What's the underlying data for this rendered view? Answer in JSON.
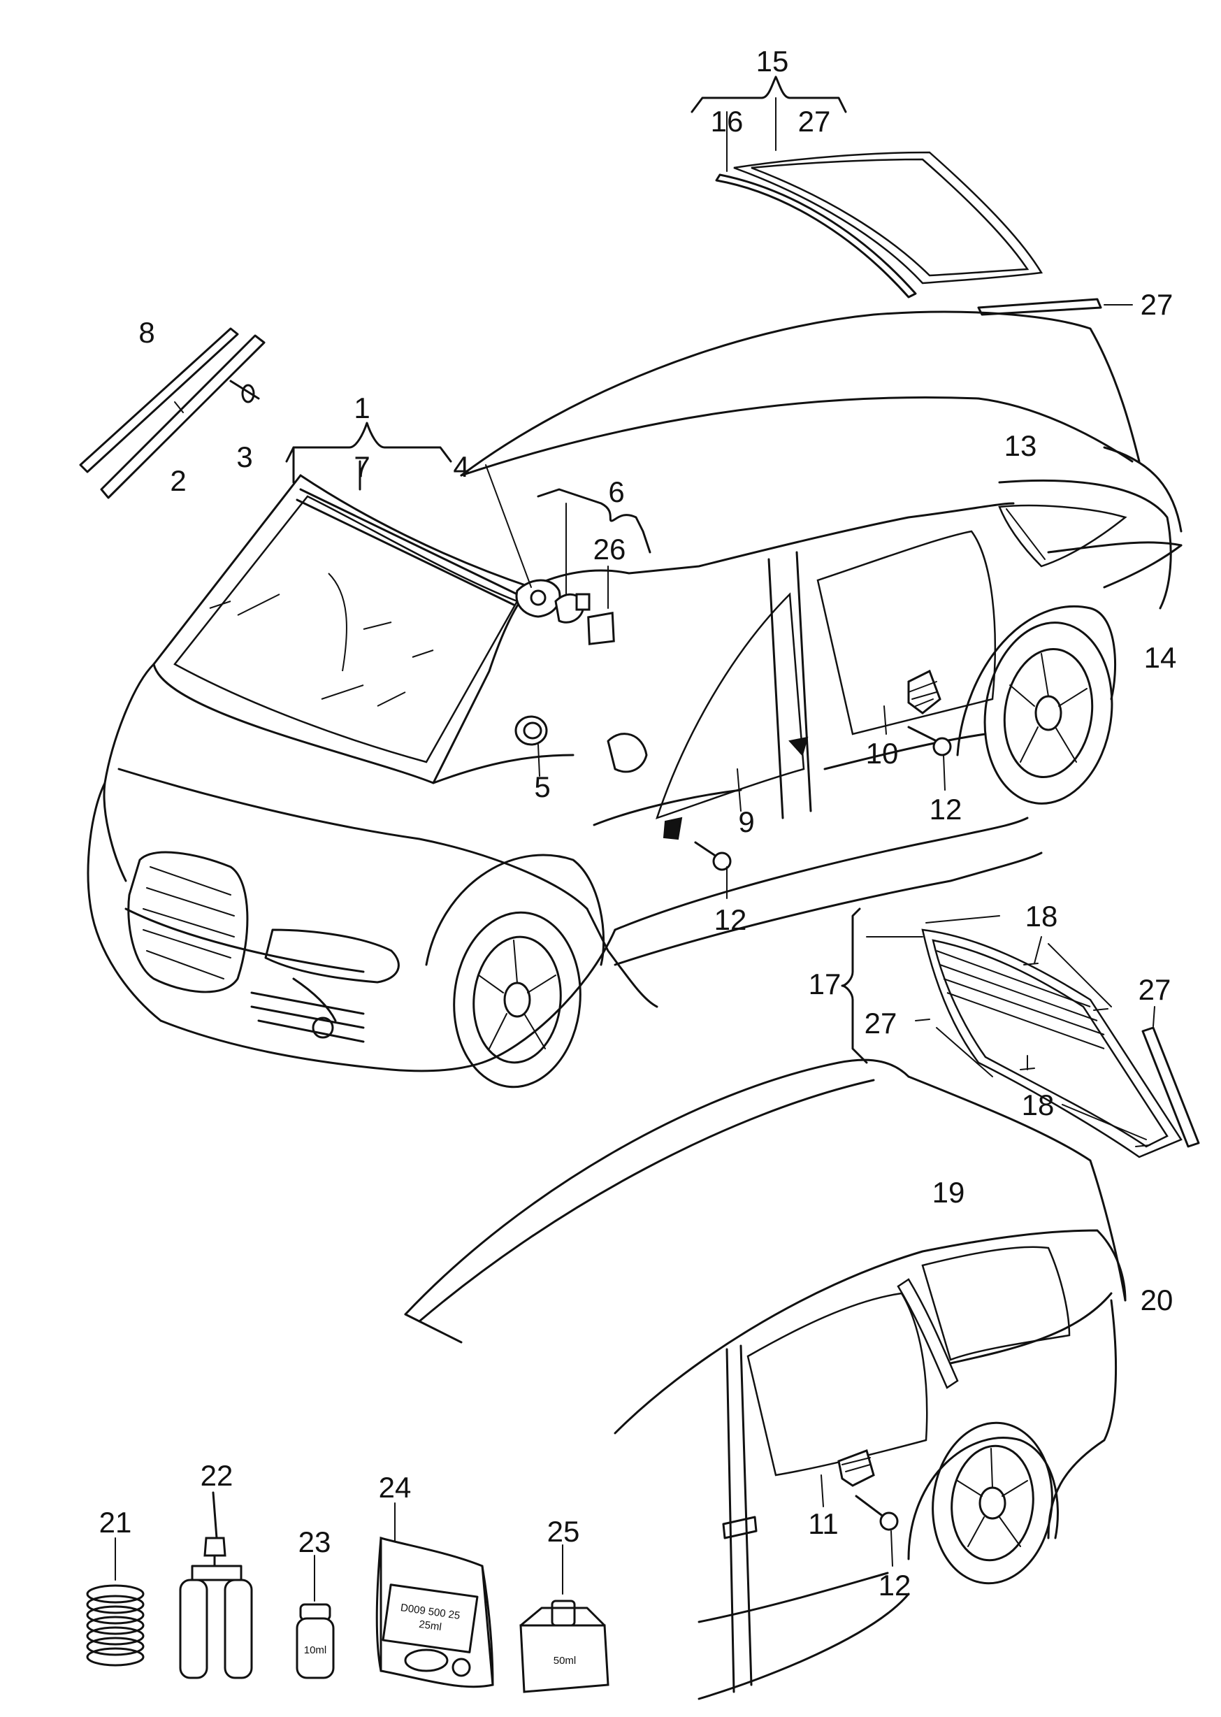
{
  "callouts": [
    {
      "id": "c1",
      "text": "1"
    },
    {
      "id": "c2",
      "text": "2"
    },
    {
      "id": "c3",
      "text": "3"
    },
    {
      "id": "c4",
      "text": "4"
    },
    {
      "id": "c5",
      "text": "5"
    },
    {
      "id": "c6",
      "text": "6"
    },
    {
      "id": "c7",
      "text": "7"
    },
    {
      "id": "c8",
      "text": "8"
    },
    {
      "id": "c9",
      "text": "9"
    },
    {
      "id": "c10",
      "text": "10"
    },
    {
      "id": "c11",
      "text": "11"
    },
    {
      "id": "c12a",
      "text": "12"
    },
    {
      "id": "c12b",
      "text": "12"
    },
    {
      "id": "c12c",
      "text": "12"
    },
    {
      "id": "c13",
      "text": "13"
    },
    {
      "id": "c14",
      "text": "14"
    },
    {
      "id": "c15",
      "text": "15"
    },
    {
      "id": "c16",
      "text": "16"
    },
    {
      "id": "c17",
      "text": "17"
    },
    {
      "id": "c18a",
      "text": "18"
    },
    {
      "id": "c18b",
      "text": "18"
    },
    {
      "id": "c19",
      "text": "19"
    },
    {
      "id": "c20",
      "text": "20"
    },
    {
      "id": "c21",
      "text": "21"
    },
    {
      "id": "c22",
      "text": "22"
    },
    {
      "id": "c23",
      "text": "23"
    },
    {
      "id": "c24",
      "text": "24"
    },
    {
      "id": "c25",
      "text": "25"
    },
    {
      "id": "c26",
      "text": "26"
    },
    {
      "id": "c27a",
      "text": "27"
    },
    {
      "id": "c27b",
      "text": "27"
    },
    {
      "id": "c27c",
      "text": "27"
    },
    {
      "id": "c27d",
      "text": "27"
    }
  ],
  "package_labels": {
    "bag_line1": "D009 500 25",
    "bag_line2": "25ml",
    "vial": "10ml",
    "bottle": "50ml"
  }
}
